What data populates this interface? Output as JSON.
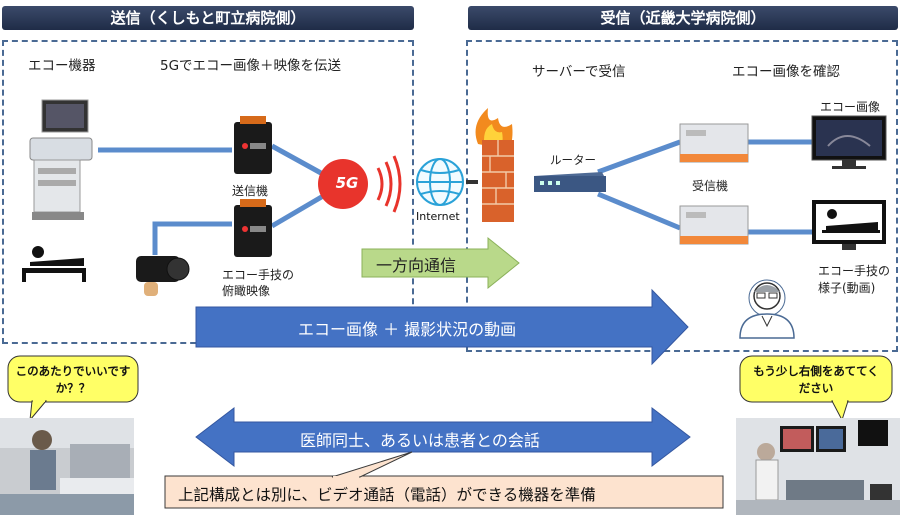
{
  "send_side": {
    "header": "送信（くしもと町立病院側）",
    "col1_title": "エコー機器",
    "col2_title": "5Gでエコー画像＋映像を伝送",
    "transmitter_label": "送信機",
    "camera_label_line1": "エコー手技の",
    "camera_label_line2": "俯瞰映像",
    "badge_5g": "5G",
    "internet_label": "Internet"
  },
  "recv_side": {
    "header": "受信（近畿大学病院側）",
    "col1_title": "サーバーで受信",
    "col2_title": "エコー画像を確認",
    "router_label": "ルーター",
    "receiver_label": "受信機",
    "monitor1_label": "エコー画像",
    "monitor2_label_line1": "エコー手技の",
    "monitor2_label_line2": "様子(動画)"
  },
  "arrows": {
    "one_way": "一方向通信",
    "echo_video": "エコー画像 ＋ 撮影状況の動画",
    "conversation": "医師同士、あるいは患者との会話"
  },
  "note": "上記構成とは別に、ビデオ通話（電話）ができる機器を準備",
  "bubbles": {
    "left_line1": "このあたりでいいです",
    "left_line2": "か？？",
    "right_line1": "もう少し右側をあててく",
    "right_line2": "ださい"
  },
  "colors": {
    "header": "#25324f",
    "dashed_border": "#4a6a94",
    "blue_arrow": "#4472c4",
    "green_arrow": "#b9d98a",
    "bubble": "#ffff66",
    "note_bg": "#fde3cf",
    "badge_5g": "#e8342c",
    "receiver_orange": "#f2883a"
  }
}
